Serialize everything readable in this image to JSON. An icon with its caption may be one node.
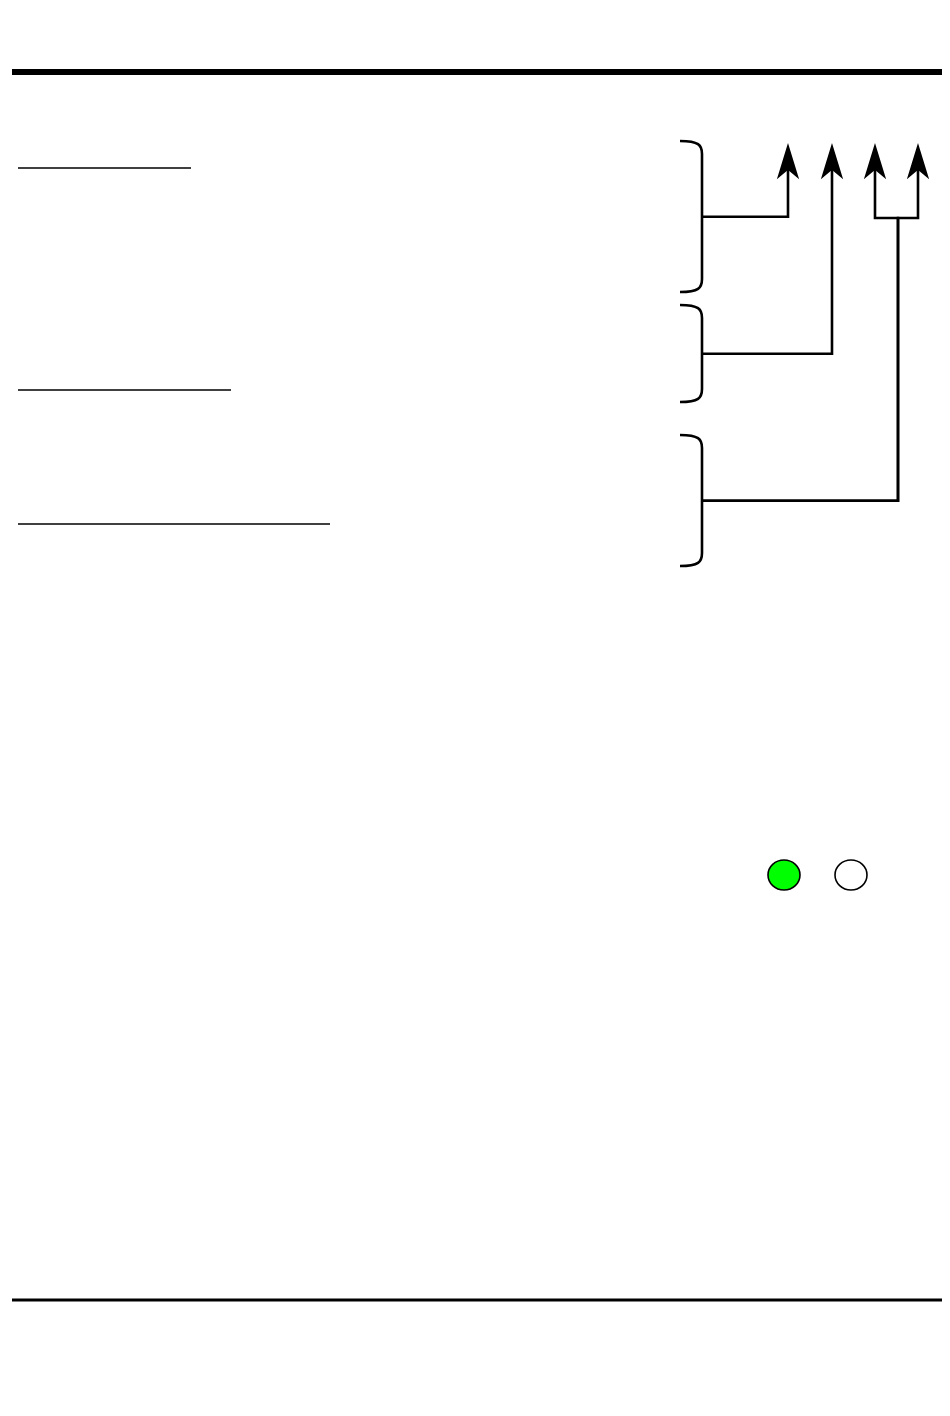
{
  "diagram": {
    "nodes": [
      {
        "text": [],
        "shape": "brace"
      },
      {
        "text": [],
        "shape": "brace"
      },
      {
        "text": [],
        "shape": "brace"
      }
    ],
    "edges": [
      {
        "from": 0,
        "to": null,
        "arrow": "to"
      },
      {
        "from": 1,
        "to": null,
        "arrow": "to"
      },
      {
        "from": 2,
        "to": null,
        "arrow": "to"
      },
      {
        "from": 2,
        "to": null,
        "arrow": "to"
      }
    ]
  }
}
